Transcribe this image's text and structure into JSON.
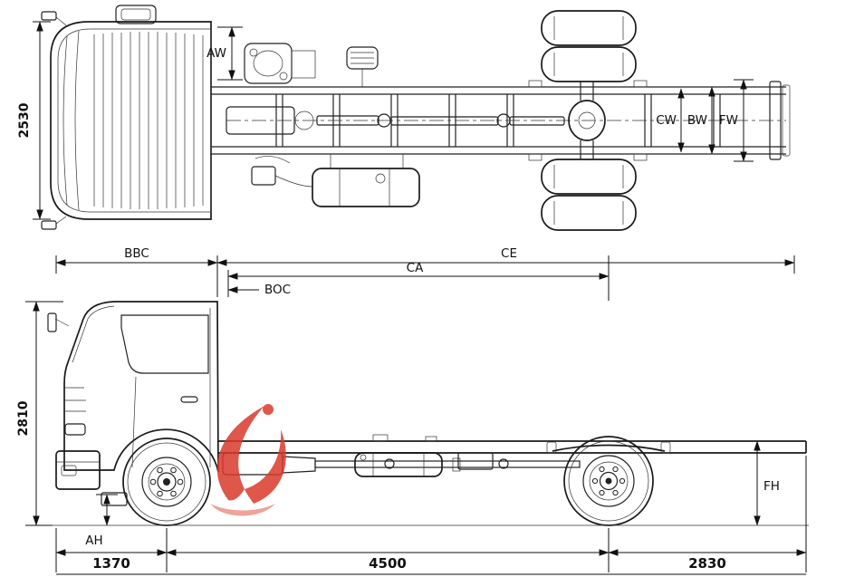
{
  "diagram": {
    "title": "truck-chassis-dimension-drawing",
    "top_view": {
      "overall_width": "2530",
      "aw": "AW",
      "cw": "CW",
      "bw": "BW",
      "fw": "FW"
    },
    "side_view": {
      "bbc": "BBC",
      "ce": "CE",
      "ca": "CA",
      "boc": "BOC",
      "height": "2810",
      "ah": "AH",
      "fh": "FH",
      "front_overhang": "1370",
      "wheelbase": "4500",
      "rear_overhang": "2830"
    },
    "watermark_color": "#d93a2b"
  }
}
